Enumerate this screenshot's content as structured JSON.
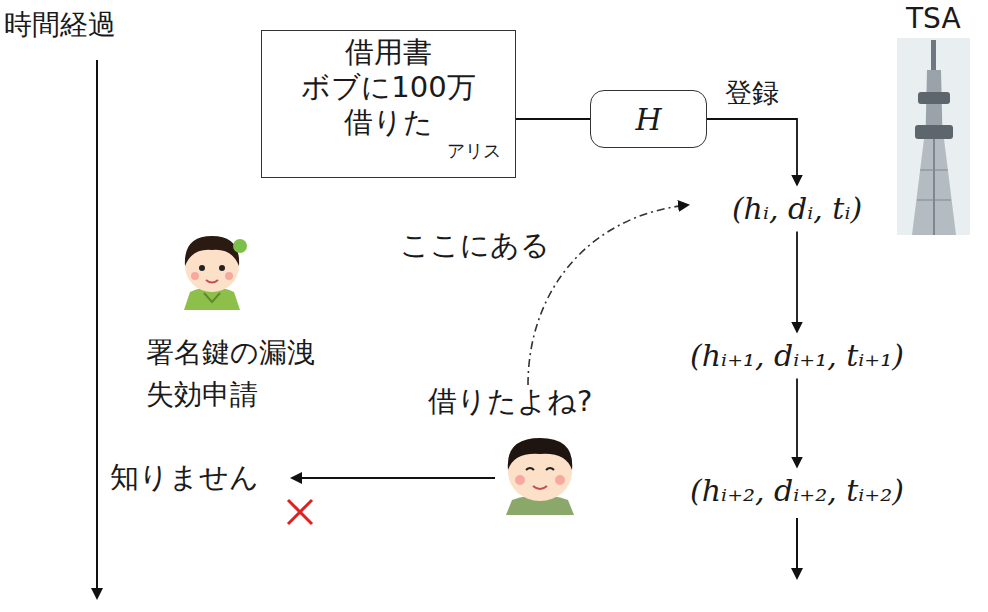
{
  "diagram": {
    "nodes": [
      {
        "text": [
          "借用書 ボブに100万 借りた",
          "アリス"
        ]
      },
      {
        "text": [
          "H"
        ]
      },
      {
        "text": [
          "(hᵢ, dᵢ, tᵢ)"
        ]
      },
      {
        "text": [
          "(hᵢ₊₁, dᵢ₊₁, tᵢ₊₁)"
        ]
      },
      {
        "text": [
          "(hᵢ₊₂, dᵢ₊₂, tᵢ₊₂)"
        ]
      }
    ],
    "edges": [
      {
        "from": 0,
        "to": 1,
        "arrow": "none"
      },
      {
        "from": 1,
        "to": 2,
        "arrow": "to",
        "label": "登録"
      },
      {
        "from": 2,
        "to": 3,
        "arrow": "to"
      },
      {
        "from": 3,
        "to": 4,
        "arrow": "to"
      }
    ],
    "labels": [
      "時間経過",
      "TSA",
      "署名鍵の漏洩 失効申請",
      "ここにある",
      "借りたよね?",
      "知りません"
    ]
  }
}
